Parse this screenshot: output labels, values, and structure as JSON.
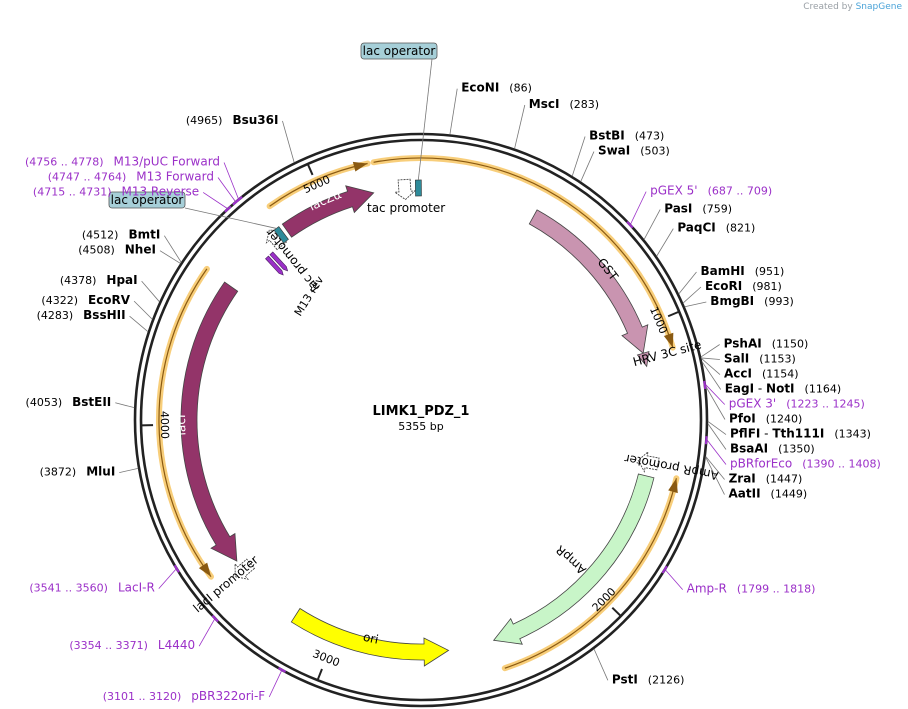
{
  "credit": {
    "prefix": "Created by",
    "brand": "SnapGene"
  },
  "plasmid": {
    "name": "LIMK1_PDZ_1",
    "size_label": "5355 bp",
    "length": 5355
  },
  "ticks": [
    {
      "pos": 1000,
      "label": "1000"
    },
    {
      "pos": 2000,
      "label": "2000"
    },
    {
      "pos": 3000,
      "label": "3000"
    },
    {
      "pos": 4000,
      "label": "4000"
    },
    {
      "pos": 5000,
      "label": "5000"
    }
  ],
  "features": [
    {
      "label": "GST",
      "start": 430,
      "end": 1090,
      "dir": 1,
      "color": "#c994b0",
      "kind": "arrow",
      "labelmode": "path"
    },
    {
      "label": "HRV 3C site",
      "start": 1090,
      "end": 1140,
      "dir": 1,
      "color": "#c994b0",
      "kind": "small",
      "labelmode": "outside-rot"
    },
    {
      "label": "AmpR promoter",
      "start": 1445,
      "end": 1545,
      "dir": 1,
      "color": "#ffffff",
      "kind": "promoter",
      "labelmode": "outside-rot"
    },
    {
      "label": "AmpR",
      "start": 1546,
      "end": 2406,
      "dir": 1,
      "color": "#c8f5c8",
      "kind": "arrow",
      "labelmode": "inside-rot"
    },
    {
      "label": "ori",
      "start": 2576,
      "end": 3164,
      "dir": -1,
      "color": "#ffff00",
      "kind": "arrow",
      "labelmode": "path"
    },
    {
      "label": "lacI promoter",
      "start": 3380,
      "end": 3458,
      "dir": -1,
      "color": "#ffffff",
      "kind": "promoter",
      "labelmode": "outside-rot"
    },
    {
      "label": "lacI",
      "start": 3459,
      "end": 4538,
      "dir": -1,
      "color": "#933469",
      "kind": "arrow",
      "labelmode": "path",
      "textcolor": "#ffffff"
    },
    {
      "label": "lac promoter",
      "start": 4765,
      "end": 4795,
      "dir": -1,
      "color": "#ffffff",
      "kind": "promoter",
      "labelmode": "inside-rot"
    },
    {
      "label": "lacZα",
      "start": 4830,
      "end": 5180,
      "dir": 1,
      "color": "#933469",
      "kind": "arrow",
      "labelmode": "path",
      "textcolor": "#ffffff"
    },
    {
      "label": "tac promoter",
      "start": 5255,
      "end": 5335,
      "dir": 1,
      "color": "#ffffff",
      "kind": "promoter",
      "labelmode": "inside-flat"
    }
  ],
  "operators": [
    {
      "start": 5336,
      "end": 5355,
      "label": "lac operator",
      "label_side": "top"
    },
    {
      "start": 4796,
      "end": 4812,
      "label": "lac operator",
      "label_side": "left"
    }
  ],
  "m13_rev": {
    "pos": 4720,
    "label": "M13 rev"
  },
  "orfs": [
    {
      "start": 5200,
      "end": 1100,
      "dir": 1
    },
    {
      "start": 1530,
      "end": 2400,
      "dir": -1
    },
    {
      "start": 3470,
      "end": 4540,
      "dir": -1
    },
    {
      "start": 4830,
      "end": 5180,
      "dir": 1
    }
  ],
  "sites": [
    {
      "name": "EcoNI",
      "pos": "(86)",
      "loc": 86
    },
    {
      "name": "MscI",
      "pos": "(283)",
      "loc": 283
    },
    {
      "name": "BstBI",
      "pos": "(473)",
      "loc": 473
    },
    {
      "name": "SwaI",
      "pos": "(503)",
      "loc": 503
    },
    {
      "name": "PasI",
      "pos": "(759)",
      "loc": 759
    },
    {
      "name": "PaqCI",
      "pos": "(821)",
      "loc": 821
    },
    {
      "name": "BamHI",
      "pos": "(951)",
      "loc": 951
    },
    {
      "name": "EcoRI",
      "pos": "(981)",
      "loc": 981
    },
    {
      "name": "BmgBI",
      "pos": "(993)",
      "loc": 993
    },
    {
      "name": "PshAI",
      "pos": "(1150)",
      "loc": 1150
    },
    {
      "name": "SalI",
      "pos": "(1153)",
      "loc": 1153
    },
    {
      "name": "AccI",
      "pos": "(1154)",
      "loc": 1154
    },
    {
      "name": "EagI",
      "sep": " - ",
      "name2": "NotI",
      "pos": "(1164)",
      "loc": 1164
    },
    {
      "name": "PfoI",
      "pos": "(1240)",
      "loc": 1240
    },
    {
      "name": "PflFI",
      "sep": " - ",
      "name2": "Tth111I",
      "pos": "(1343)",
      "loc": 1343
    },
    {
      "name": "BsaAI",
      "pos": "(1350)",
      "loc": 1350
    },
    {
      "name": "ZraI",
      "pos": "(1447)",
      "loc": 1447
    },
    {
      "name": "AatII",
      "pos": "(1449)",
      "loc": 1449
    },
    {
      "name": "PstI",
      "pos": "(2126)",
      "loc": 2126
    },
    {
      "name": "MluI",
      "pos": "(3872)",
      "loc": 3872
    },
    {
      "name": "BstEII",
      "pos": "(4053)",
      "loc": 4053
    },
    {
      "name": "BssHII",
      "pos": "(4283)",
      "loc": 4283
    },
    {
      "name": "EcoRV",
      "pos": "(4322)",
      "loc": 4322
    },
    {
      "name": "HpaI",
      "pos": "(4378)",
      "loc": 4378
    },
    {
      "name": "NheI",
      "pos": "(4508)",
      "loc": 4508
    },
    {
      "name": "BmtI",
      "pos": "(4512)",
      "loc": 4512
    },
    {
      "name": "Bsu36I",
      "pos": "(4965)",
      "loc": 4965
    }
  ],
  "primers": [
    {
      "name": "pGEX 5'",
      "pos": "(687 .. 709)",
      "loc": 698
    },
    {
      "name": "pGEX 3'",
      "pos": "(1223 .. 1245)",
      "loc": 1234
    },
    {
      "name": "pBRforEco",
      "pos": "(1390 .. 1408)",
      "loc": 1399
    },
    {
      "name": "Amp-R",
      "pos": "(1799 .. 1818)",
      "loc": 1808
    },
    {
      "name": "pBR322ori-F",
      "pos": "(3101 .. 3120)",
      "loc": 3110
    },
    {
      "name": "L4440",
      "pos": "(3354 .. 3371)",
      "loc": 3362
    },
    {
      "name": "LacI-R",
      "pos": "(3541 .. 3560)",
      "loc": 3550
    },
    {
      "name": "M13 Reverse",
      "pos": "(4715 .. 4731)",
      "loc": 4723
    },
    {
      "name": "M13 Forward",
      "pos": "(4747 .. 4764)",
      "loc": 4755
    },
    {
      "name": "M13/pUC Forward",
      "pos": "(4756 .. 4778)",
      "loc": 4767
    }
  ],
  "colors": {
    "site_text": "#000000",
    "primer_text": "#9b30c8",
    "primer_mark": "#9b30c8",
    "orf_fill": "#f7c96b",
    "operator_fill": "#a6cfd8",
    "backbone": "#222222"
  }
}
